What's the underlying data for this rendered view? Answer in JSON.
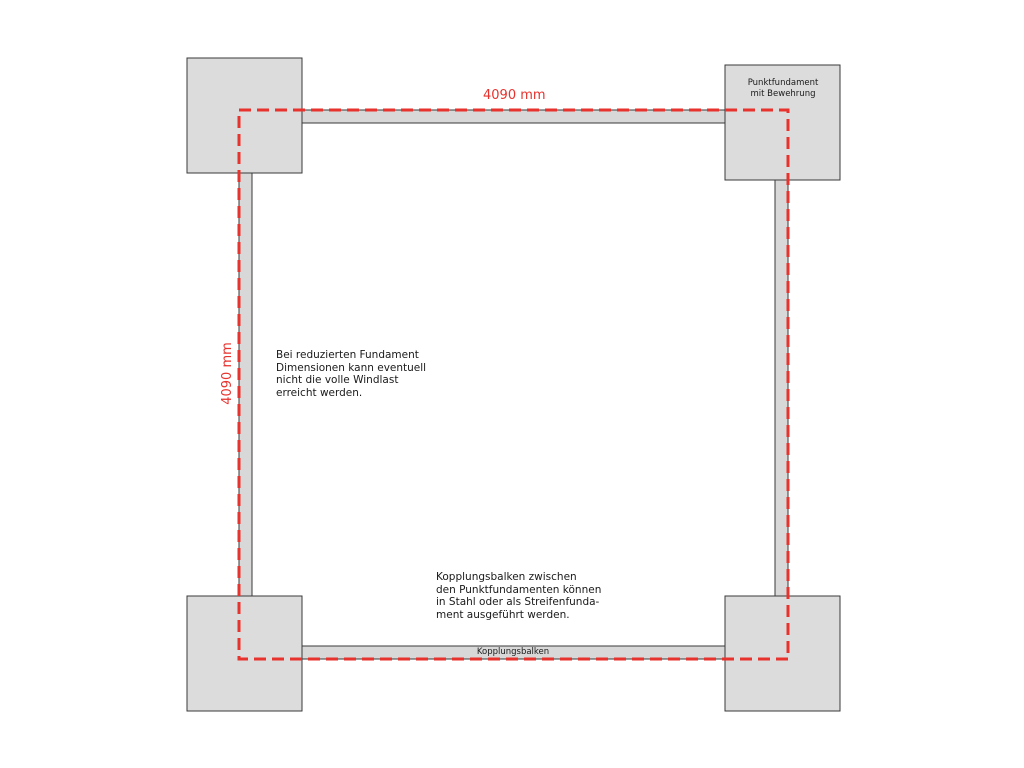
{
  "colors": {
    "foundation_fill": "#dcdcdc",
    "foundation_stroke": "#3a3a3a",
    "beam_fill": "#d8d8d8",
    "dimension_line": "#e8322d",
    "text": "#1a1a1a"
  },
  "dimensions": {
    "top": "4090 mm",
    "left": "4090 mm"
  },
  "labels": {
    "foundation_top_right": "Punktfundament\nmit Bewehrung",
    "beam_bottom": "Kopplungsbalken"
  },
  "notes": {
    "reduced_dimensions": "Bei reduzierten Fundament\nDimensionen kann eventuell\nnicht die volle Windlast\nerreicht werden.",
    "coupling_beams": "Kopplungsbalken zwischen\nden Punktfundamenten können\nin Stahl oder als Streifenfunda-\nment ausgeführt werden."
  }
}
